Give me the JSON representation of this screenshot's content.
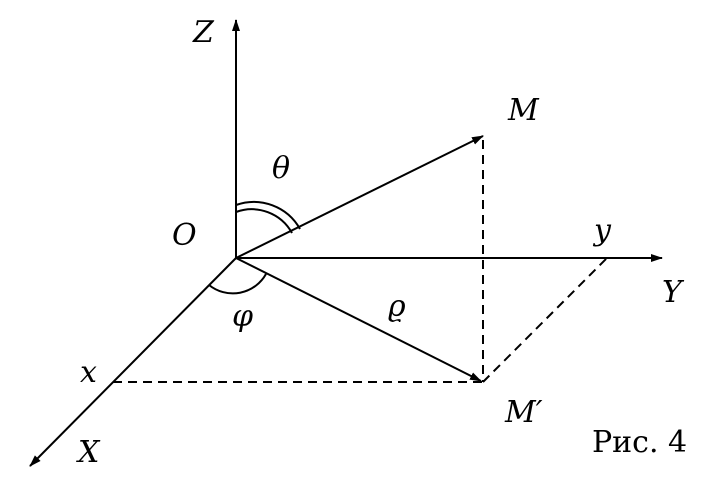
{
  "labels": {
    "z_axis": "Z",
    "y_axis": "Y",
    "x_axis": "X",
    "origin": "O",
    "point_m": "M",
    "point_m_prime": "M′",
    "theta": "θ",
    "phi": "φ",
    "rho": "ϱ",
    "y_proj": "y",
    "x_proj": "x"
  },
  "caption": "Рис. 4"
}
